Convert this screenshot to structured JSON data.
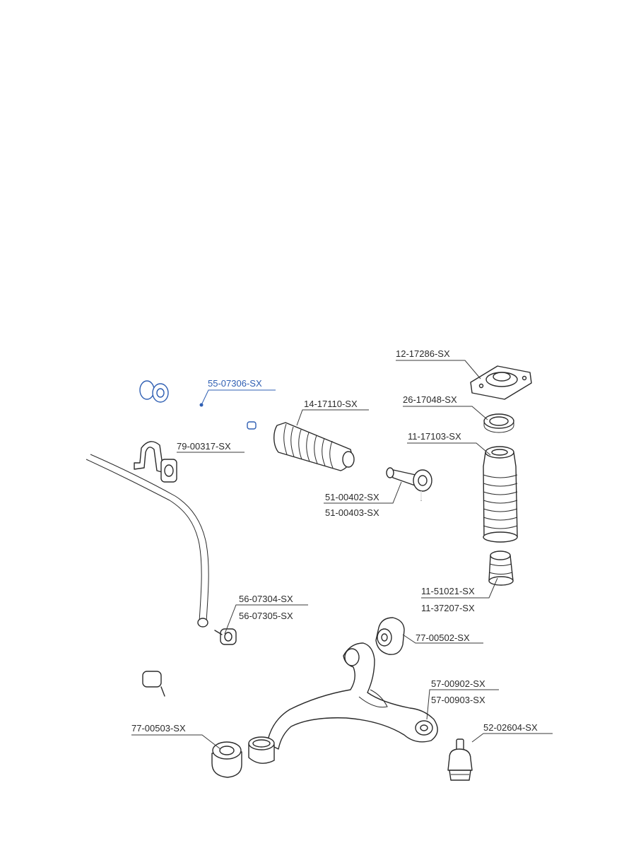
{
  "labels": {
    "tie_rod": "55-07306-SX",
    "boot": "14-17110-SX",
    "mount": "12-17286-SX",
    "bearing": "26-17048-SX",
    "dust_cover": "11-17103-SX",
    "bushing_clamp": "79-00317-SX",
    "tie_rod_end_1": "51-00402-SX",
    "tie_rod_end_2": "51-00403-SX",
    "bump_stop_1": "11-51021-SX",
    "bump_stop_2": "11-37207-SX",
    "stab_link_1": "56-07304-SX",
    "stab_link_2": "56-07305-SX",
    "arm_bushing_top": "77-00502-SX",
    "control_arm_1": "57-00902-SX",
    "control_arm_2": "57-00903-SX",
    "arm_bushing_left": "77-00503-SX",
    "ball_joint": "52-02604-SX"
  },
  "colors": {
    "highlight": "#2f5fb3",
    "ink": "#2a2a2a"
  }
}
